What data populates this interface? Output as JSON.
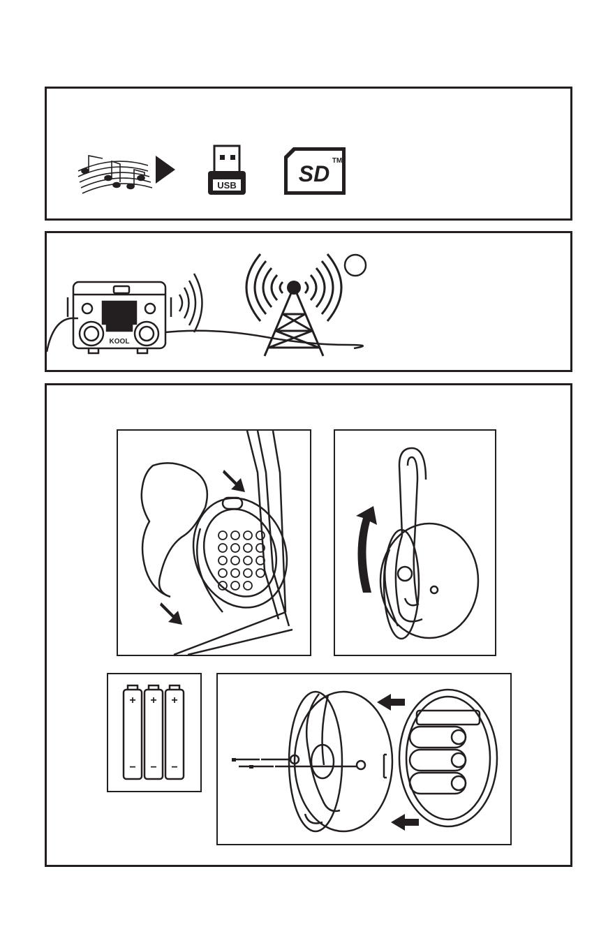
{
  "panel1": {
    "usb_label": "USB",
    "sd_label": "SD",
    "trademark": "TM",
    "icons": [
      "music-notes-icon",
      "play-arrow-icon",
      "usb-drive-icon",
      "sd-card-icon"
    ]
  },
  "panel2": {
    "brand_label": "KOOL",
    "icons": [
      "cooler-speaker-icon",
      "radio-waves-icon",
      "radio-tower-icon",
      "empty-circle-icon"
    ]
  },
  "panel3": {
    "battery_plus": "+",
    "battery_minus": "−",
    "battery_count": 3,
    "icons": [
      "speaker-mount-illustration",
      "hook-rotate-illustration",
      "batteries-illustration",
      "battery-compartment-illustration"
    ]
  },
  "colors": {
    "ink": "#231f20",
    "paper": "#ffffff"
  }
}
